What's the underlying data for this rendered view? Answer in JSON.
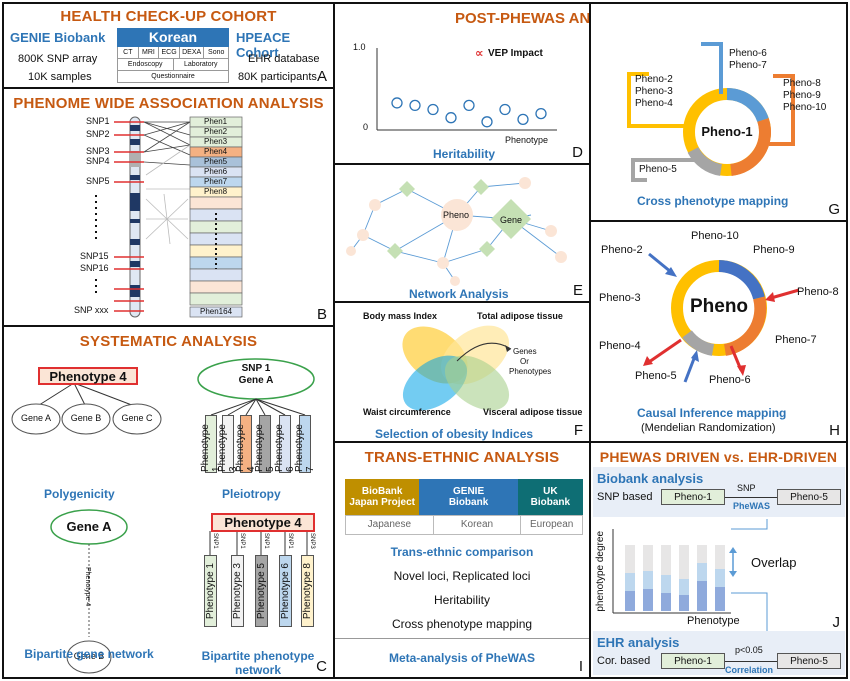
{
  "panelA": {
    "title": "HEALTH CHECK-UP COHORT",
    "left_title": "GENIE Biobank",
    "left_lines": [
      "800K SNP array",
      "10K samples"
    ],
    "center_title": "Korean",
    "grid_row1": [
      "CT",
      "MRI",
      "ECG",
      "DEXA",
      "Sono"
    ],
    "grid_row2": [
      "Endoscopy",
      "Laboratory"
    ],
    "grid_row3": "Questionnaire",
    "right_title": "HPEACE Cohort",
    "right_lines": [
      "EHR database",
      "80K participants"
    ],
    "letter": "A"
  },
  "panelB": {
    "title": "PHENOME WIDE ASSOCIATION ANALYSIS",
    "snps": [
      "SNP1",
      "SNP2",
      "SNP3",
      "SNP4",
      "SNP5",
      "SNP15",
      "SNP16",
      "SNP xxx"
    ],
    "phenos": [
      "Phen1",
      "Phen2",
      "Phen3",
      "Phen4",
      "Phen5",
      "Phen6",
      "Phen7",
      "Phen8",
      "Phen164"
    ],
    "letter": "B"
  },
  "panelC": {
    "title": "SYSTEMATIC ANALYSIS",
    "poly_pheno": "Phenotype 4",
    "poly_genes": [
      "Gene A",
      "Gene B",
      "Gene C"
    ],
    "poly_label": "Polygenicity",
    "pleio_snp": "SNP 1",
    "pleio_gene": "Gene A",
    "pleio_phenos": [
      "Phenotype 1",
      "Phenotype 3",
      "Phenotype 4",
      "Phenotype 5",
      "Phenotype 6",
      "Phenotype 7"
    ],
    "pleio_label": "Pleiotropy",
    "bip_gene_top": "Gene A",
    "bip_gene_edge": "Phenotype 4",
    "bip_gene_bottom": "Gene B",
    "bip_gene_label": "Bipartite gene network",
    "bip_pheno_top": "Phenotype 4",
    "bip_pheno_snps": [
      "SNP1",
      "SNP1",
      "SNP1",
      "SNP1",
      "SNP3"
    ],
    "bip_pheno_phenos": [
      "Phenotype 1",
      "Phenotype 3",
      "Phenotype 5",
      "Phenotype 6",
      "Phenotype 8"
    ],
    "bip_pheno_label": "Bipartite phenotype network",
    "letter": "C"
  },
  "panelD": {
    "title": "POST-PHEWAS ANALYSIS",
    "y_top": "1.0",
    "y_bottom": "0",
    "legend": "VEP Impact",
    "legend_symbol": "∝",
    "xlabel": "Phenotype",
    "label": "Heritability",
    "letter": "D"
  },
  "chart_data": {
    "type": "scatter",
    "x": [
      1,
      2,
      3,
      4,
      5,
      6,
      7,
      8,
      9
    ],
    "y": [
      0.33,
      0.3,
      0.25,
      0.15,
      0.3,
      0.1,
      0.25,
      0.13,
      0.2
    ],
    "ylim": [
      0,
      1.0
    ],
    "xlabel": "Phenotype",
    "title": "",
    "grid": false
  },
  "panelE": {
    "pheno": "Pheno",
    "gene": "Gene",
    "label": "Network Analysis",
    "letter": "E"
  },
  "panelF": {
    "labels": [
      "Body mass Index",
      "Total adipose tissue",
      "Waist circumference",
      "Visceral adipose tissue"
    ],
    "genes_lines": [
      "Genes",
      "Or",
      "Phenotypes"
    ],
    "label": "Selection of obesity Indices",
    "letter": "F"
  },
  "panelG": {
    "center": "Pheno-1",
    "groups": [
      {
        "lines": [
          "Pheno-6",
          "Pheno-7"
        ],
        "color": "#5b9bd5"
      },
      {
        "lines": [
          "Pheno-2",
          "Pheno-3",
          "Pheno-4"
        ],
        "color": "#ffc000"
      },
      {
        "lines": [
          "Pheno-8",
          "Pheno-9",
          "Pheno-10"
        ],
        "color": "#ed7d31"
      },
      {
        "lines": [
          "Pheno-5"
        ],
        "color": "#a5a5a5"
      }
    ],
    "label": "Cross phenotype mapping",
    "letter": "G"
  },
  "panelH": {
    "center": "Pheno",
    "nodes": [
      "Pheno-10",
      "Pheno-2",
      "Pheno-9",
      "Pheno-3",
      "Pheno-8",
      "Pheno-7",
      "Pheno-4",
      "Pheno-5",
      "Pheno-6"
    ],
    "label": "Causal Inference mapping",
    "sublabel": "(Mendelian Randomization)",
    "letter": "H"
  },
  "panelI": {
    "title": "TRANS-ETHNIC ANALYSIS",
    "table_head": [
      {
        "text": "BioBank Japan Project",
        "bg": "#bf8f00"
      },
      {
        "text": "GENIE Biobank",
        "bg": "#2e75b6"
      },
      {
        "text": "UK Biobank",
        "bg": "#0e6e74"
      }
    ],
    "table_row": [
      "Japanese",
      "Korean",
      "European"
    ],
    "subtitle": "Trans-ethnic comparison",
    "items": [
      "Novel loci, Replicated loci",
      "Heritability",
      "Cross phenotype mapping"
    ],
    "meta": "Meta-analysis of PheWAS",
    "letter": "I"
  },
  "panelJ": {
    "title": "PHEWAS DRIVEN vs. EHR-DRIVEN",
    "biobank_title": "Biobank analysis",
    "snp_based": "SNP based",
    "pheno1": "Pheno-1",
    "snp_word": "SNP",
    "phewas_word": "PheWAS",
    "pheno5": "Pheno-5",
    "ylabel": "phenotype degree",
    "xlabel": "Phenotype",
    "overlap": "Overlap",
    "ehr_title": "EHR analysis",
    "cor_based": "Cor. based",
    "p_value": "p<0.05",
    "correlation": "Correlation",
    "letter": "J"
  }
}
